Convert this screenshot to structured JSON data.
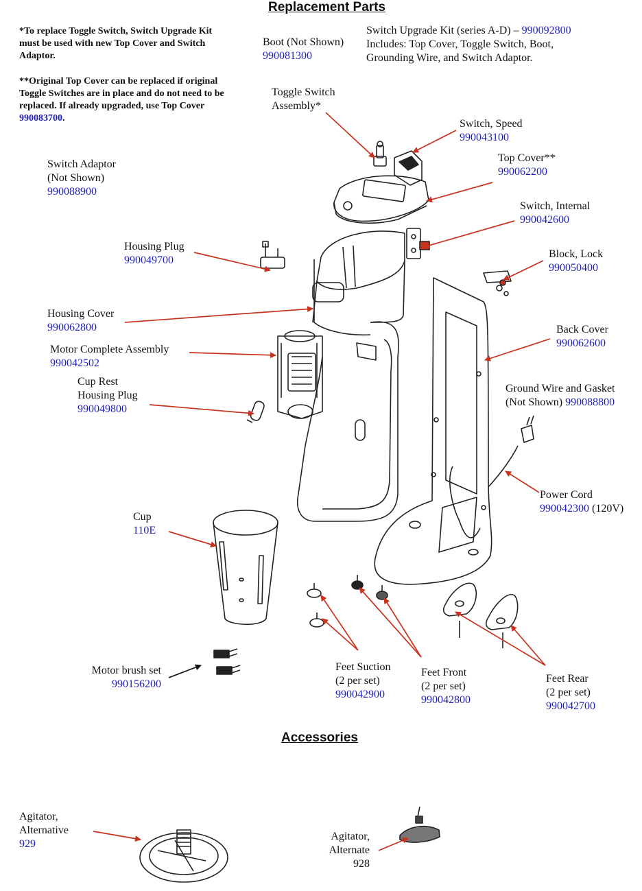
{
  "headings": {
    "replacement_parts": "Replacement Parts",
    "accessories": "Accessories"
  },
  "notes": {
    "toggle_note": "*To replace Toggle Switch, Switch Upgrade Kit must be used with new Top Cover and Switch Adaptor.",
    "cover_note_text": "**Original Top Cover can be replaced if original Toggle Switches are in place and do not need to be replaced. If already upgraded, use Top Cover ",
    "cover_note_pn": "990083700",
    "cover_note_end": "."
  },
  "upgrade_kit": {
    "line1": "Switch Upgrade Kit (series A-D) – ",
    "pn": "990092800",
    "line2": "Includes: Top Cover, Toggle Switch, Boot,",
    "line3": "Grounding Wire, and Switch Adaptor."
  },
  "parts": {
    "boot": {
      "name": "Boot (Not Shown)",
      "pn": "990081300"
    },
    "toggle_switch": {
      "name1": "Toggle Switch",
      "name2": "Assembly*"
    },
    "switch_speed": {
      "name": "Switch, Speed",
      "pn": "990043100"
    },
    "top_cover": {
      "name": "Top Cover**",
      "pn": "990062200"
    },
    "switch_adaptor": {
      "name1": "Switch Adaptor",
      "name2": "(Not Shown)",
      "pn": "990088900"
    },
    "switch_internal": {
      "name": "Switch, Internal",
      "pn": "990042600"
    },
    "housing_plug": {
      "name": "Housing Plug",
      "pn": "990049700"
    },
    "block_lock": {
      "name": "Block, Lock",
      "pn": "990050400"
    },
    "housing_cover": {
      "name": "Housing Cover",
      "pn": "990062800"
    },
    "back_cover": {
      "name": "Back Cover",
      "pn": "990062600"
    },
    "motor_complete": {
      "name": "Motor Complete Assembly",
      "pn": "990042502"
    },
    "cup_rest": {
      "name1": "Cup Rest",
      "name2": "Housing Plug",
      "pn": "990049800"
    },
    "ground_wire": {
      "name1": "Ground Wire and Gasket",
      "name2": "(Not Shown) ",
      "pn": "990088800"
    },
    "power_cord": {
      "name": "Power Cord",
      "pn": "990042300",
      "suffix": " (120V)"
    },
    "cup": {
      "name": "Cup",
      "pn": "110E"
    },
    "motor_brush": {
      "name": "Motor brush set",
      "pn": "990156200"
    },
    "feet_suction": {
      "name1": "Feet Suction",
      "name2": "(2 per set)",
      "pn": "990042900"
    },
    "feet_front": {
      "name1": "Feet Front",
      "name2": "(2 per set)",
      "pn": "990042800"
    },
    "feet_rear": {
      "name1": "Feet Rear",
      "name2": "(2 per set)",
      "pn": "990042700"
    }
  },
  "accessories": {
    "agitator_alternative": {
      "name1": "Agitator,",
      "name2": "Alternative",
      "pn": "929"
    },
    "agitator_alternate": {
      "name1": "Agitator,",
      "name2": "Alternate",
      "pn": "928"
    }
  },
  "colors": {
    "part_number": "#1f1fb8",
    "arrow": "#c8321e",
    "line_art": "#222222"
  }
}
